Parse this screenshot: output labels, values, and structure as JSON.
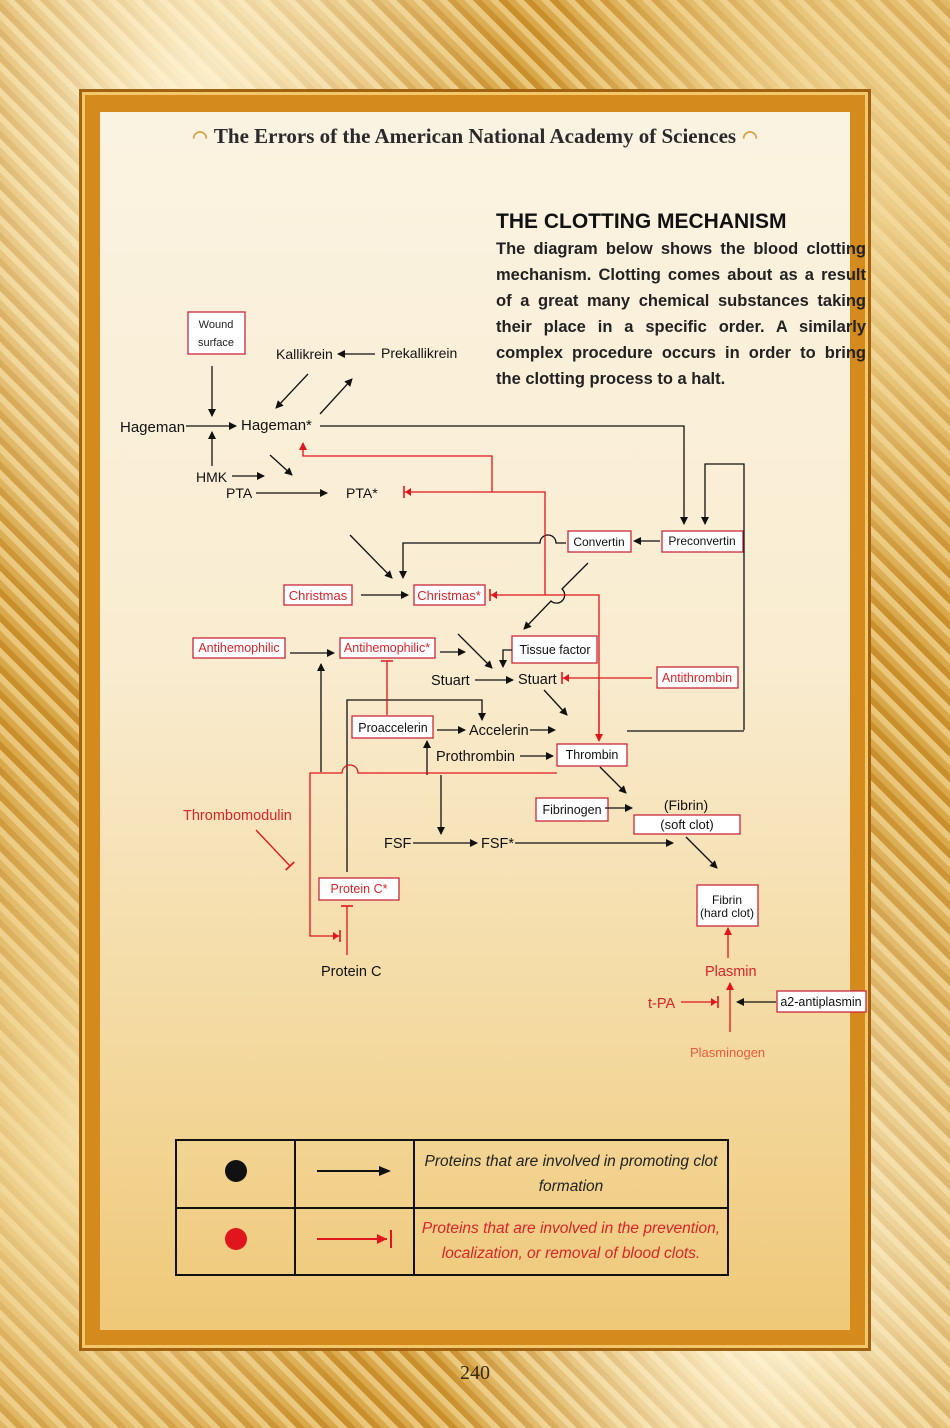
{
  "header": {
    "running_title": "The Errors of the American National Academy of Sciences",
    "page_number": "240"
  },
  "intro": {
    "title": "THE CLOTTING MECHANISM",
    "text": "The diagram below shows the blood clotting mechanism. Clotting comes about as a result of a great many chemical substances taking their place in a specific order. A similarly complex procedure occurs in order to bring the clotting process to a halt."
  },
  "colors": {
    "promote": "#111111",
    "inhibit": "#e0161c",
    "red_text": "#d8242a",
    "box_border_red": "#c9283a"
  },
  "nodes": {
    "wound_surface_1": "Wound",
    "wound_surface_2": "surface",
    "kallikrein": "Kallikrein",
    "prekallikrein": "Prekallikrein",
    "hageman": "Hageman",
    "hageman_star": "Hageman*",
    "hmk": "HMK",
    "pta": "PTA",
    "pta_star": "PTA*",
    "convertin": "Convertin",
    "preconvertin": "Preconvertin",
    "christmas": "Christmas",
    "christmas_star": "Christmas*",
    "antihemophilic": "Antihemophilic",
    "antihemophilic_star": "Antihemophilic*",
    "tissue_factor": "Tissue factor",
    "stuart": "Stuart",
    "stuart_star": "Stuart",
    "antithrombin": "Antithrombin",
    "proaccelerin": "Proaccelerin",
    "accelerin": "Accelerin",
    "prothrombin": "Prothrombin",
    "thrombin": "Thrombin",
    "thrombomodulin": "Thrombomodulin",
    "fibrinogen": "Fibrinogen",
    "fibrin": "(Fibrin)",
    "soft_clot": "(soft clot)",
    "fsf": "FSF",
    "fsf_star": "FSF*",
    "protein_c_star": "Protein C*",
    "protein_c": "Protein C",
    "fibrin_hard_1": "Fibrin",
    "fibrin_hard_2": "(hard clot)",
    "plasmin": "Plasmin",
    "tpa": "t-PA",
    "a2_antiplasmin": "a2-antiplasmin",
    "plasminogen": "Plasminogen"
  },
  "legend": {
    "promote_text": "Proteins that are involved in promoting clot formation",
    "inhibit_text": "Proteins that are involved in the prevention, localization, or removal of blood clots."
  }
}
